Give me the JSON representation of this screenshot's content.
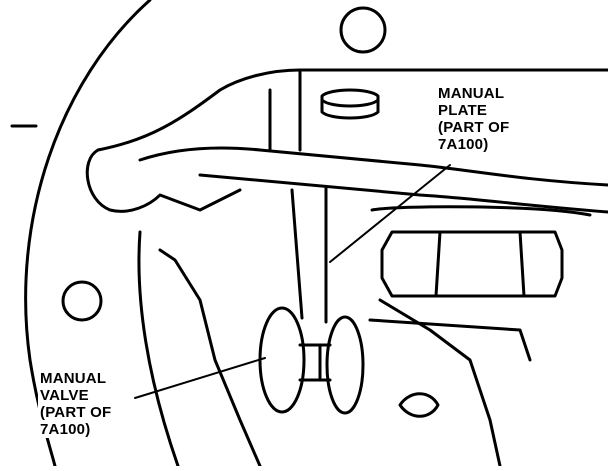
{
  "diagram": {
    "callouts": {
      "manual_plate": {
        "lines": [
          "MANUAL",
          "PLATE",
          "(PART OF",
          "7A100)"
        ]
      },
      "manual_valve": {
        "lines": [
          "MANUAL",
          "VALVE",
          "(PART OF",
          "7A100)"
        ]
      }
    },
    "colors": {
      "ink": "#000000",
      "paper": "#ffffff"
    }
  }
}
